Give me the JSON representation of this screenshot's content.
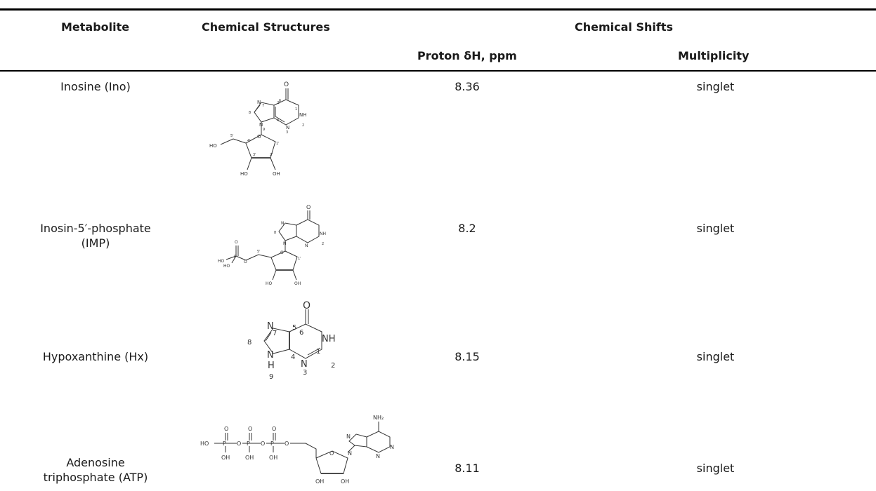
{
  "table": {
    "headers": {
      "metabolite": "Metabolite",
      "structures": "Chemical Structures",
      "shifts": "Chemical Shifts",
      "proton": "Proton δH, ppm",
      "multiplicity": "Multiplicity"
    },
    "rows": [
      {
        "metabolite": "Inosine (Ino)",
        "shift": "8.36",
        "multiplicity": "singlet"
      },
      {
        "metabolite": "Inosin-5′-phosphate (IMP)",
        "shift": "8.2",
        "multiplicity": "singlet"
      },
      {
        "metabolite": "Hypoxanthine (Hx)",
        "shift": "8.15",
        "multiplicity": "singlet"
      },
      {
        "metabolite": "Adenosine triphosphate (ATP)",
        "shift": "8.11",
        "multiplicity": "singlet"
      }
    ]
  },
  "structure_labels": {
    "o": "O",
    "nh": "NH",
    "n": "N",
    "h": "H",
    "ho": "HO",
    "oh": "OH",
    "p": "P",
    "nh2": "NH₂",
    "n1": "1",
    "n2": "2",
    "n3": "3",
    "n4": "4",
    "n5": "5",
    "n6": "6",
    "n7": "7",
    "n8": "8",
    "n9": "9",
    "p1": "1'",
    "p2": "2'",
    "p3": "3'",
    "p4": "4'",
    "p5": "5'"
  }
}
